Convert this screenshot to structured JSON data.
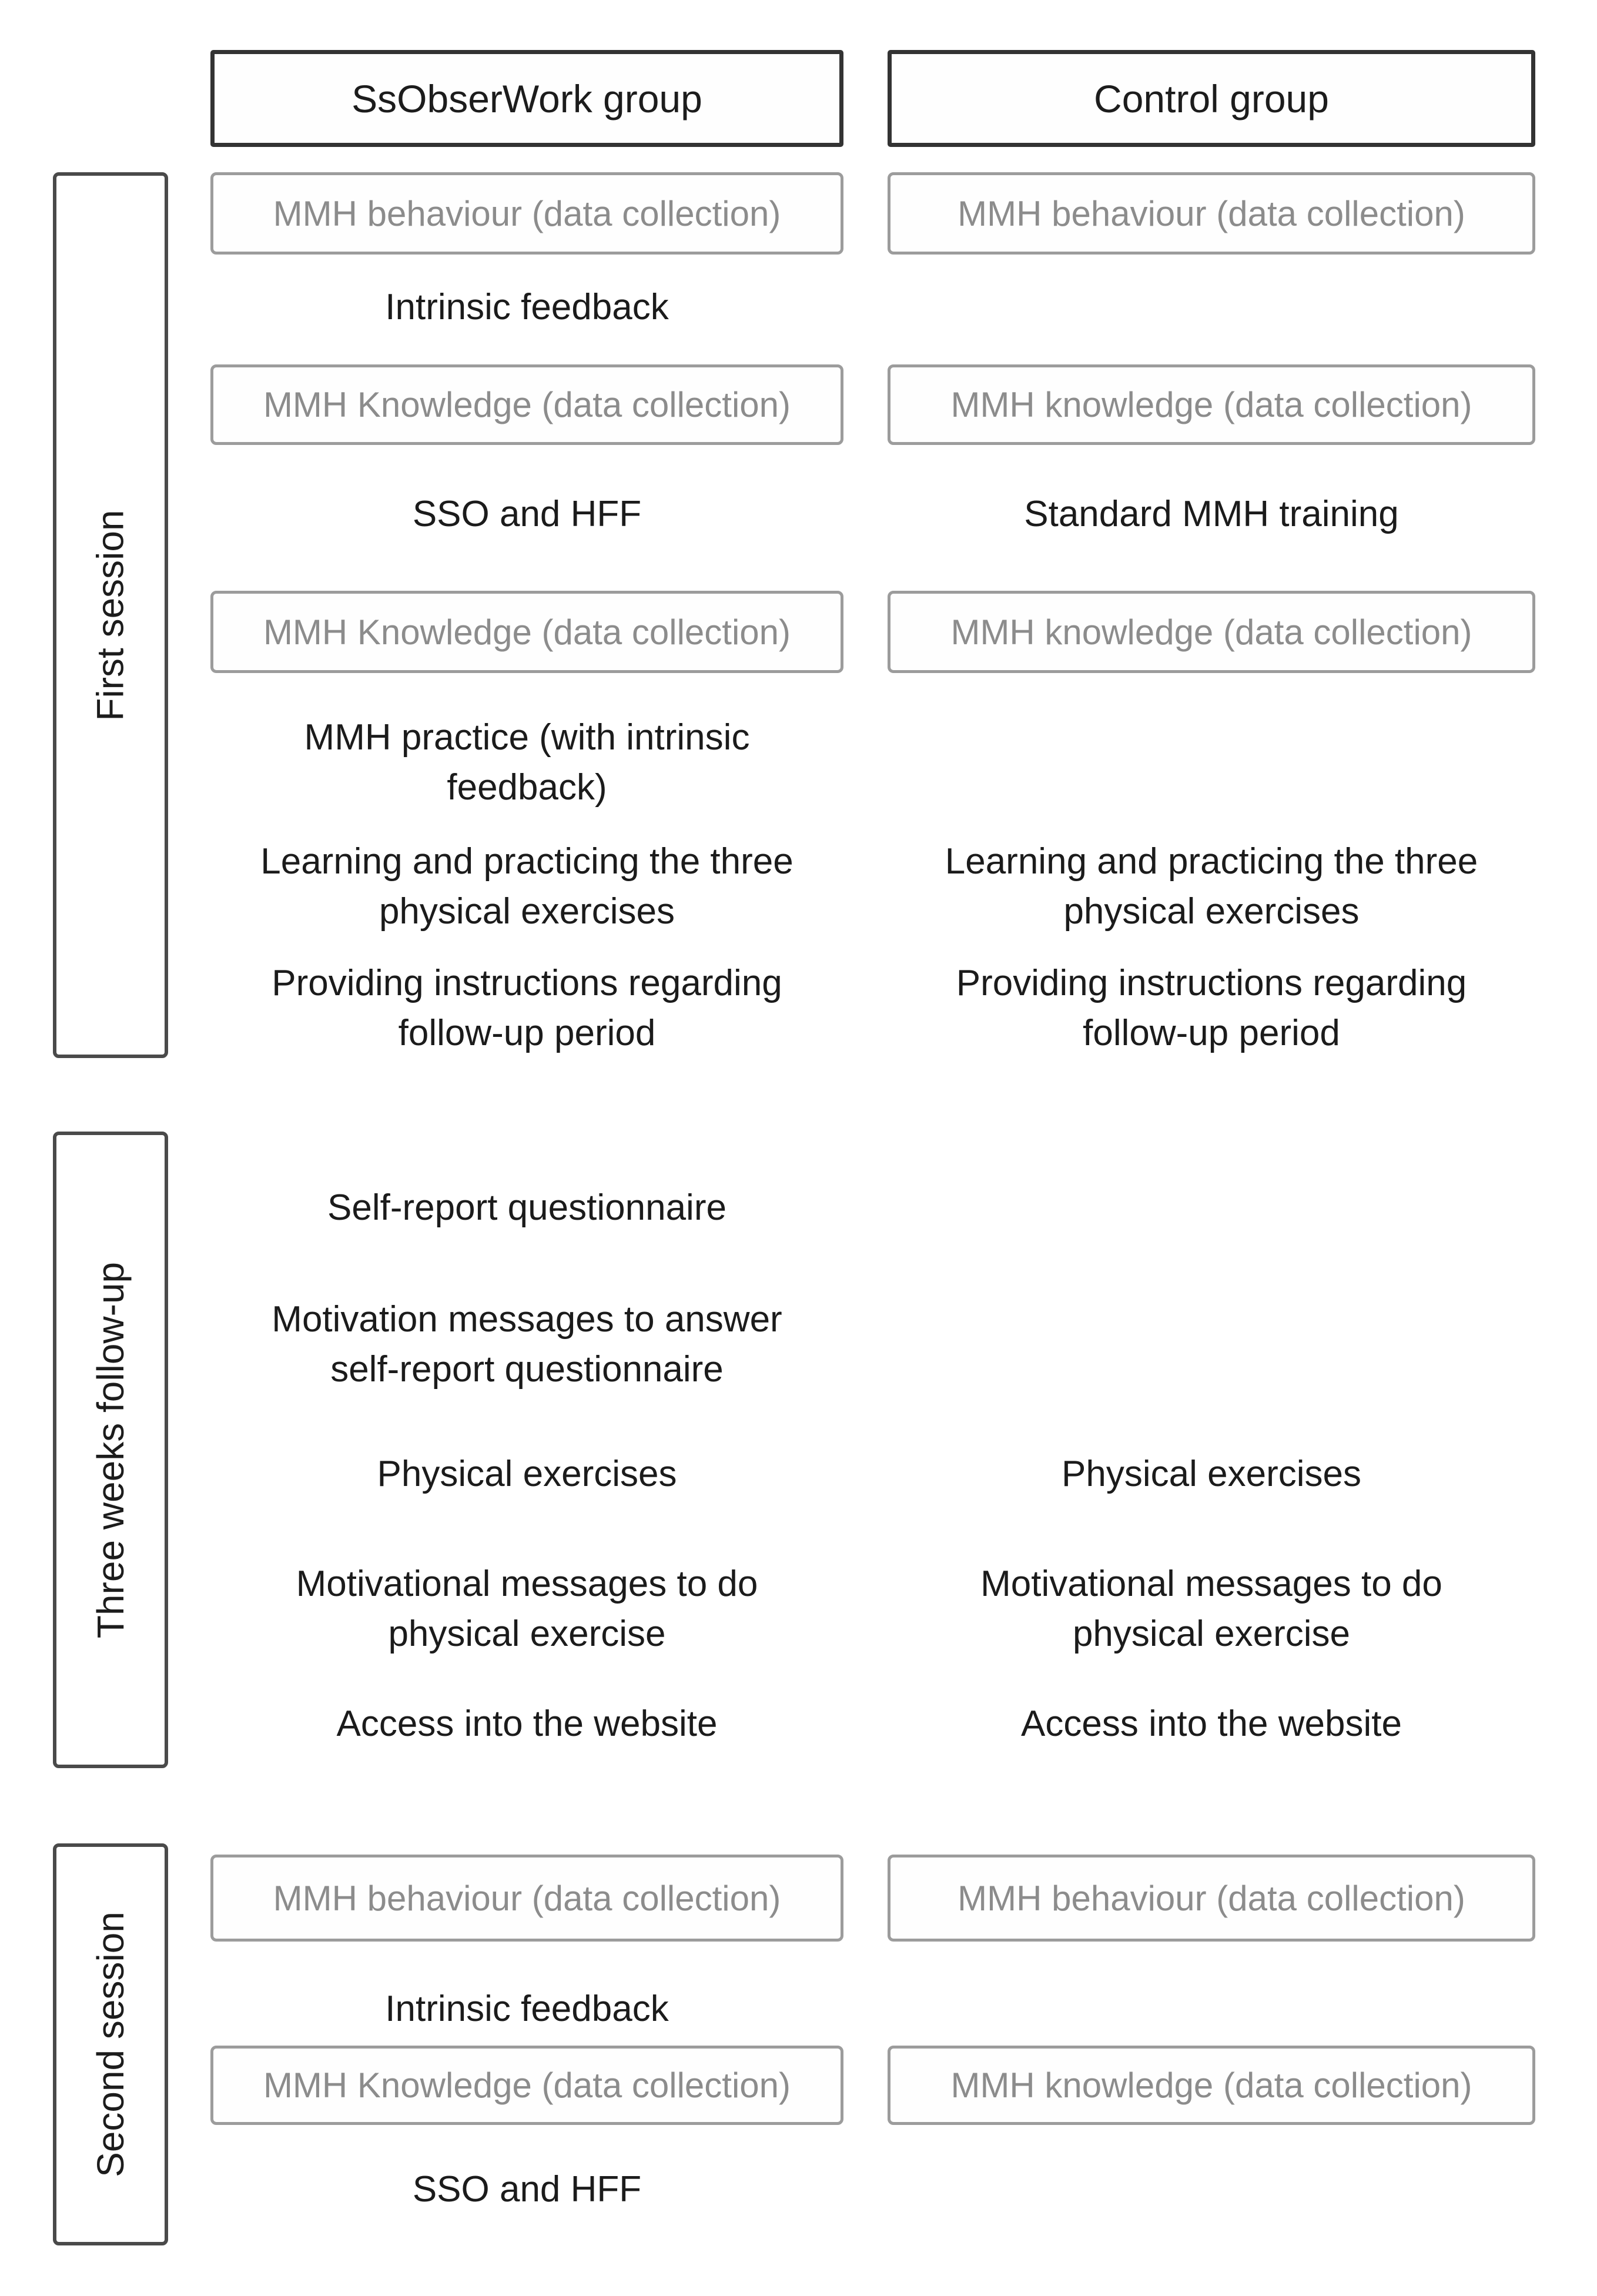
{
  "colors": {
    "background": "#ffffff",
    "dark_border": "#333333",
    "sidebar_border": "#4a4a4a",
    "gray_border": "#9c9c9c",
    "gray_text": "#8c8c8c",
    "black_text": "#1b1b1b"
  },
  "headers": {
    "left": "SsObserWork group",
    "right": "Control group"
  },
  "sidebars": {
    "first": "First session",
    "follow_up": "Three weeks follow-up",
    "second": "Second session"
  },
  "first_session": {
    "left": {
      "box_behaviour": "MMH behaviour (data collection)",
      "intrinsic": "Intrinsic feedback",
      "box_knowledge_1": "MMH Knowledge (data collection)",
      "sso_hff": "SSO and HFF",
      "box_knowledge_2": "MMH Knowledge (data collection)",
      "practice_lines": [
        "MMH practice (with intrinsic",
        "feedback)"
      ],
      "learning_lines": [
        "Learning and practicing the three",
        "physical exercises"
      ],
      "providing_lines": [
        "Providing instructions regarding",
        "follow-up period"
      ]
    },
    "right": {
      "box_behaviour": "MMH behaviour (data collection)",
      "standard_training": "Standard MMH training",
      "box_knowledge_1": "MMH knowledge (data collection)",
      "box_knowledge_2": "MMH knowledge (data collection)",
      "learning_lines": [
        "Learning and practicing the three",
        "physical exercises"
      ],
      "providing_lines": [
        "Providing instructions regarding",
        "follow-up period"
      ]
    }
  },
  "follow_up": {
    "left": {
      "self_report": "Self-report questionnaire",
      "motivation_lines": [
        "Motivation messages to answer",
        "self-report questionnaire"
      ],
      "physical": "Physical exercises",
      "motivational_lines": [
        "Motivational messages to do",
        "physical exercise"
      ],
      "access": "Access into the website"
    },
    "right": {
      "physical": "Physical exercises",
      "motivational_lines": [
        "Motivational messages to do",
        "physical exercise"
      ],
      "access": "Access into the website"
    }
  },
  "second_session": {
    "left": {
      "box_behaviour": "MMH behaviour (data collection)",
      "intrinsic": "Intrinsic feedback",
      "box_knowledge": "MMH Knowledge (data collection)",
      "sso_hff": "SSO and HFF"
    },
    "right": {
      "box_behaviour": "MMH behaviour (data collection)",
      "box_knowledge": "MMH knowledge (data collection)"
    }
  }
}
